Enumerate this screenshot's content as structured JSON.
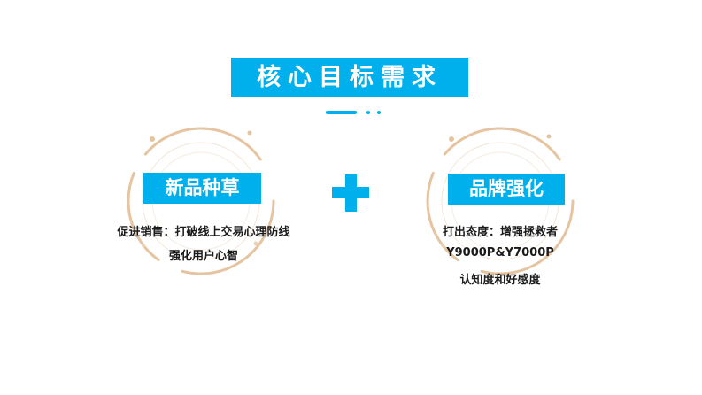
{
  "header": {
    "title": "核心目标需求"
  },
  "colors": {
    "accent": "#00b0ed",
    "ring": "#e6c4a0",
    "text": "#1a1a1a"
  },
  "left_card": {
    "tag": "新品种草",
    "lines": [
      "促进销售：打破线上交易心理防线",
      "强化用户心智"
    ]
  },
  "connector": {
    "icon": "plus-icon"
  },
  "right_card": {
    "tag": "品牌强化",
    "lines": [
      "打出态度：增强拯救者",
      "Y9000P&Y7000P",
      "认知度和好感度"
    ]
  }
}
